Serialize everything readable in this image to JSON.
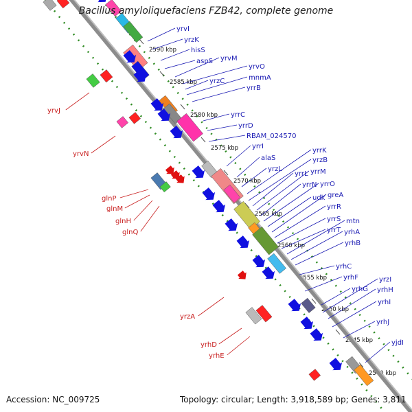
{
  "title": "Bacillus amyloliquefaciens FZB42, complete genome",
  "footer": {
    "accession": "Accession: NC_009725",
    "topology": "Topology: circular; Length: 3,918,589 bp; Genes: 3,811"
  },
  "colors": {
    "backbone": "#8c8c8c",
    "dotted_track": "#2e8b22",
    "forward_label": "#1a1ab3",
    "reverse_label": "#c81e1e",
    "blue_gene": "#1010e0",
    "red_gene": "#e01010"
  },
  "kbp_ticks": [
    "2590 kbp",
    "2585 kbp",
    "2580 kbp",
    "2575 kbp",
    "2570 kbp",
    "2565 kbp",
    "2560 kbp",
    "2555 kbp",
    "2550 kbp",
    "2545 kbp",
    "2540 kbp"
  ],
  "forward_genes": [
    "yrvI",
    "yrzK",
    "hisS",
    "aspS",
    "yrvM",
    "yrvO",
    "yrzC",
    "mnmA",
    "yrrB",
    "yrrC",
    "yrrD",
    "RBAM_024570",
    "yrrI",
    "alaS",
    "yrzL",
    "yrrK",
    "yrzB",
    "yrrL",
    "yrrM",
    "yrrN",
    "yrrO",
    "udk",
    "greA",
    "yrrR",
    "yrrS",
    "yrrT",
    "mtn",
    "yrhA",
    "yrhB",
    "yrhC",
    "yrhF",
    "yrhG",
    "yrzI",
    "yrhH",
    "yrhI",
    "yrhJ",
    "yjdI"
  ],
  "reverse_genes": [
    "yrvJ",
    "yrvN",
    "glnP",
    "glnM",
    "glnH",
    "glnQ",
    "yrzA",
    "yrhD",
    "yrhE"
  ]
}
